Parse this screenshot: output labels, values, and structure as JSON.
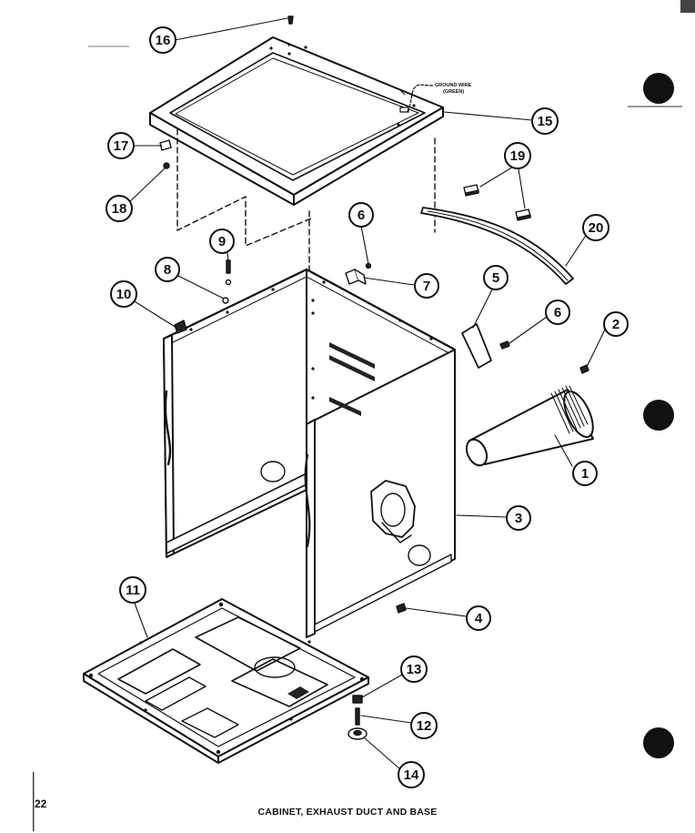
{
  "diagram": {
    "parts": [
      {
        "label": "1",
        "name": "exhaust-duct"
      },
      {
        "label": "2",
        "name": "screw"
      },
      {
        "label": "3",
        "name": "cabinet"
      },
      {
        "label": "4",
        "name": "screw"
      },
      {
        "label": "5",
        "name": "bracket-plate"
      },
      {
        "label": "6",
        "name": "screw"
      },
      {
        "label": "6",
        "name": "screw"
      },
      {
        "label": "7",
        "name": "clip"
      },
      {
        "label": "8",
        "name": "washer"
      },
      {
        "label": "9",
        "name": "screw"
      },
      {
        "label": "10",
        "name": "clip"
      },
      {
        "label": "11",
        "name": "base"
      },
      {
        "label": "12",
        "name": "leg-bolt"
      },
      {
        "label": "13",
        "name": "nut"
      },
      {
        "label": "14",
        "name": "foot-pad"
      },
      {
        "label": "15",
        "name": "top-panel"
      },
      {
        "label": "16",
        "name": "screw"
      },
      {
        "label": "17",
        "name": "clip"
      },
      {
        "label": "18",
        "name": "screw"
      },
      {
        "label": "19",
        "name": "bumper-pads"
      },
      {
        "label": "20",
        "name": "trim-strip"
      }
    ],
    "ground_wire_note": [
      "GROUND WIRE",
      "(GREEN)"
    ]
  },
  "footer": {
    "page_number": "22",
    "caption": "CABINET, EXHAUST DUCT AND BASE"
  }
}
